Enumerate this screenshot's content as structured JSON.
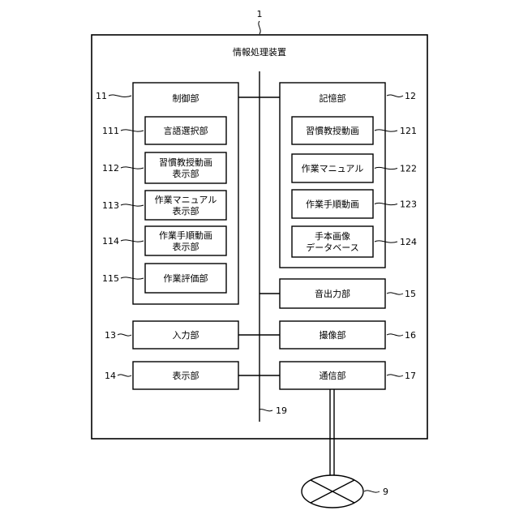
{
  "device": {
    "ref": "1",
    "title": "情報処理装置"
  },
  "control": {
    "ref": "11",
    "label": "制御部"
  },
  "control_items": [
    {
      "ref": "111",
      "lines": [
        "言語選択部"
      ]
    },
    {
      "ref": "112",
      "lines": [
        "習慣教授動画",
        "表示部"
      ]
    },
    {
      "ref": "113",
      "lines": [
        "作業マニュアル",
        "表示部"
      ]
    },
    {
      "ref": "114",
      "lines": [
        "作業手順動画",
        "表示部"
      ]
    },
    {
      "ref": "115",
      "lines": [
        "作業評価部"
      ]
    }
  ],
  "storage": {
    "ref": "12",
    "label": "記憶部"
  },
  "storage_items": [
    {
      "ref": "121",
      "lines": [
        "習慣教授動画"
      ]
    },
    {
      "ref": "122",
      "lines": [
        "作業マニュアル"
      ]
    },
    {
      "ref": "123",
      "lines": [
        "作業手順動画"
      ]
    },
    {
      "ref": "124",
      "lines": [
        "手本画像",
        "データベース"
      ]
    }
  ],
  "audio_output": {
    "ref": "15",
    "label": "音出力部"
  },
  "input": {
    "ref": "13",
    "label": "入力部"
  },
  "imaging": {
    "ref": "16",
    "label": "撮像部"
  },
  "display": {
    "ref": "14",
    "label": "表示部"
  },
  "communication": {
    "ref": "17",
    "label": "通信部"
  },
  "bus": {
    "ref": "19"
  },
  "network": {
    "ref": "9"
  }
}
